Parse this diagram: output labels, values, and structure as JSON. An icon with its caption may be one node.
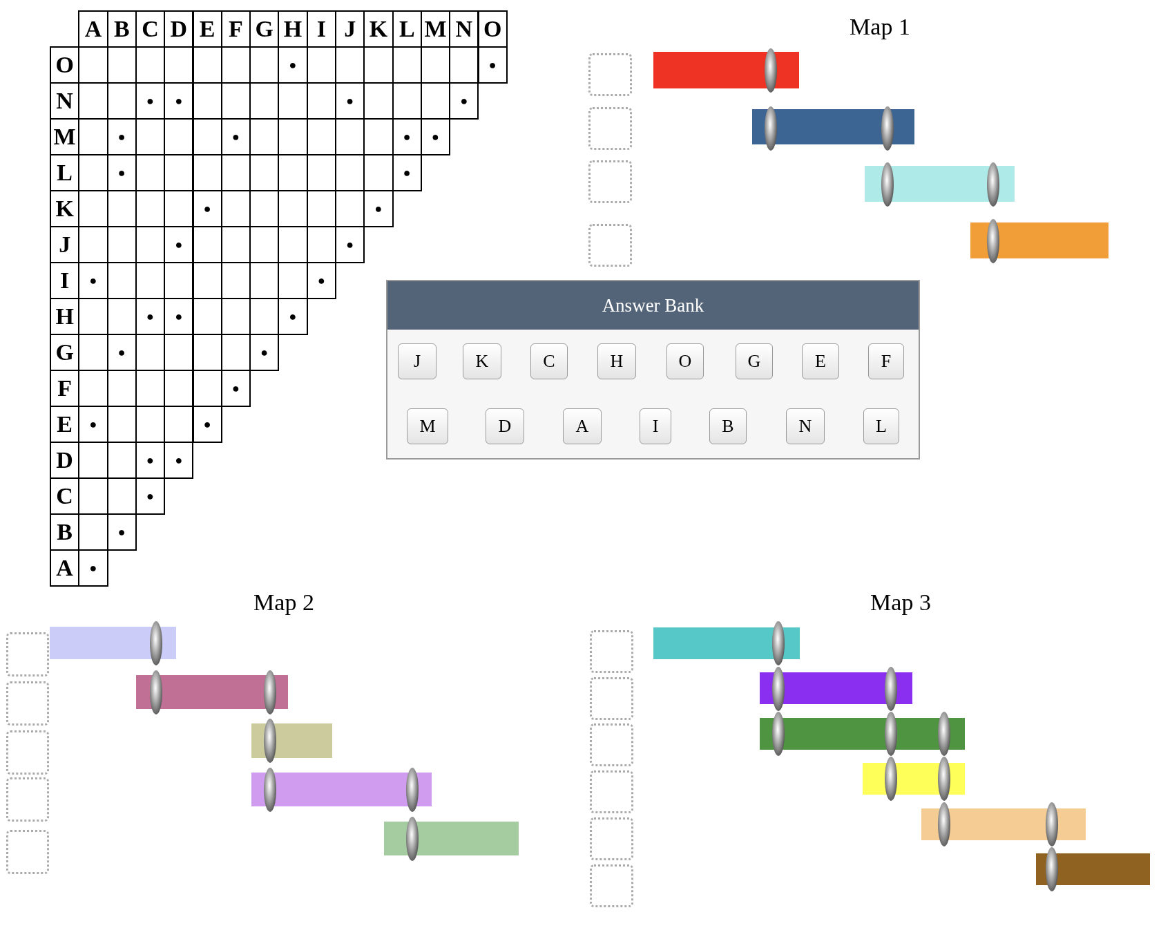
{
  "diagram": {
    "nodes": [
      {
        "text": [
          "Answer Bank"
        ]
      },
      {
        "text": [
          "J"
        ],
        "in": 0
      },
      {
        "text": [
          "K"
        ],
        "in": 0
      },
      {
        "text": [
          "C"
        ],
        "in": 0
      },
      {
        "text": [
          "H"
        ],
        "in": 0
      },
      {
        "text": [
          "O"
        ],
        "in": 0
      },
      {
        "text": [
          "G"
        ],
        "in": 0
      },
      {
        "text": [
          "E"
        ],
        "in": 0
      },
      {
        "text": [
          "F"
        ],
        "in": 0
      },
      {
        "text": [
          "M"
        ],
        "in": 0
      },
      {
        "text": [
          "D"
        ],
        "in": 0
      },
      {
        "text": [
          "A"
        ],
        "in": 0
      },
      {
        "text": [
          "I"
        ],
        "in": 0
      },
      {
        "text": [
          "B"
        ],
        "in": 0
      },
      {
        "text": [
          "N"
        ],
        "in": 0
      },
      {
        "text": [
          "L"
        ],
        "in": 0
      }
    ],
    "edges": [],
    "labels": [
      "A",
      "B",
      "C",
      "D",
      "E",
      "F",
      "G",
      "H",
      "I",
      "J",
      "K",
      "L",
      "M",
      "N",
      "O",
      "O",
      "●",
      "●",
      "N",
      "●",
      "●",
      "●",
      "●",
      "M",
      "●",
      "●",
      "●",
      "●",
      "L",
      "●",
      "●",
      "K",
      "●",
      "●",
      "J",
      "●",
      "●",
      "I",
      "●",
      "●",
      "H",
      "●",
      "●",
      "●",
      "G",
      "●",
      "●",
      "F",
      "●",
      "E",
      "●",
      "●",
      "D",
      "●",
      "●",
      "C",
      "●",
      "B",
      "●",
      "A",
      "●",
      "Map 1",
      "Map 2",
      "Map 3"
    ]
  }
}
